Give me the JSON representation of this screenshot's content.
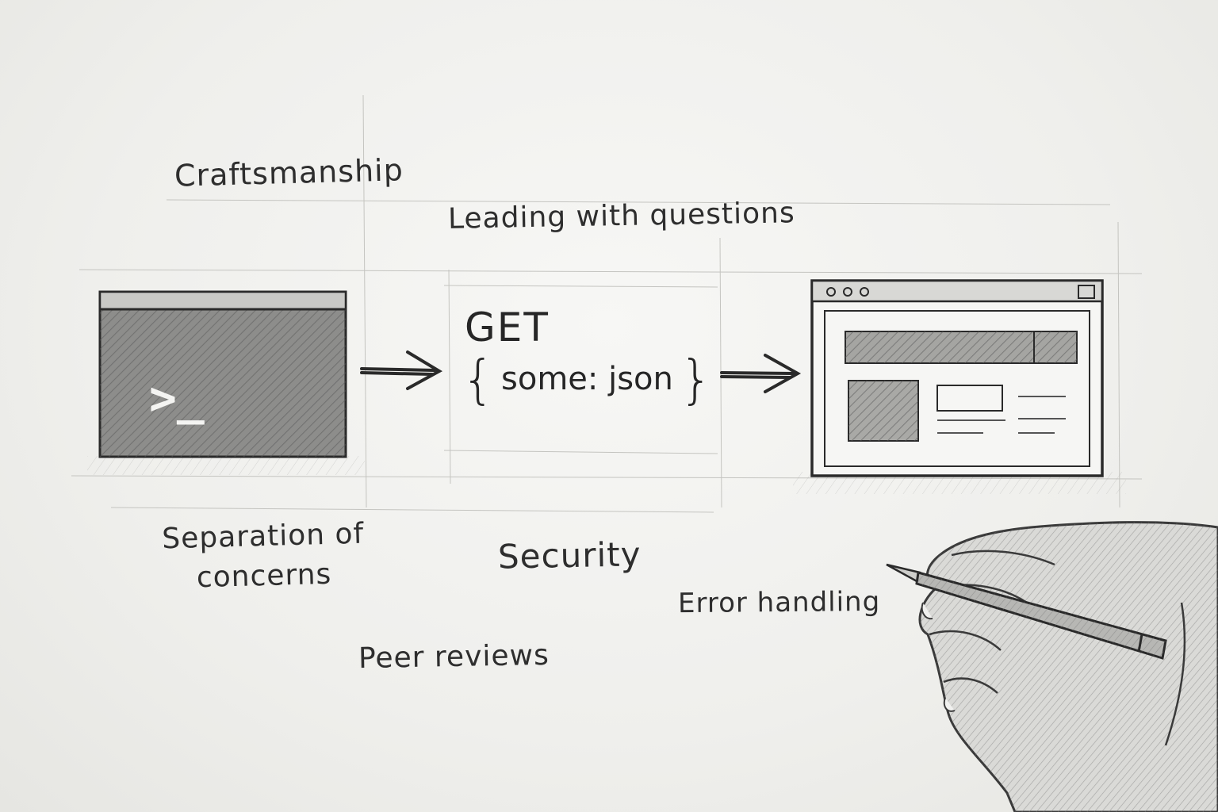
{
  "labels": {
    "craftsmanship": "Craftsmanship",
    "leading": "Leading with questions",
    "separation_line1": "Separation of",
    "separation_line2": "concerns",
    "security": "Security",
    "error_handling": "Error handling",
    "peer_reviews": "Peer reviews"
  },
  "terminal": {
    "prompt": ">_",
    "icon": "terminal-icon"
  },
  "api": {
    "method": "GET",
    "brace_open": "{",
    "body": "some: json",
    "brace_close": "}"
  },
  "browser": {
    "icon": "browser-window-icon"
  },
  "hand": {
    "icon": "hand-with-pencil-icon"
  },
  "colors": {
    "paper": "#f1f1ef",
    "graphite": "#2b2b2b",
    "shading": "#6a6a6a"
  }
}
